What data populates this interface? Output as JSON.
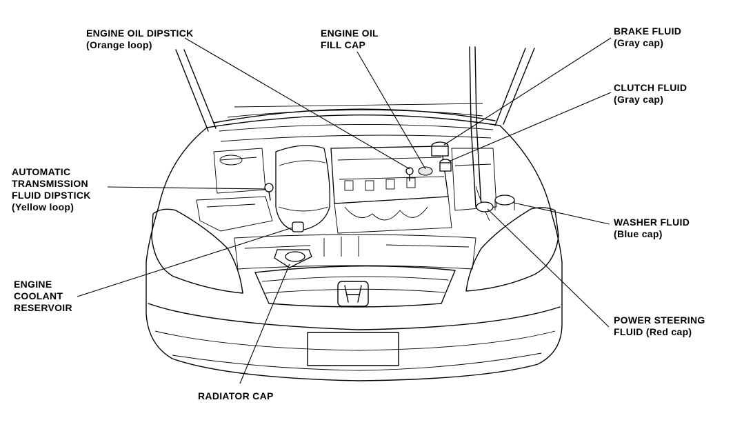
{
  "labels": {
    "engine_oil_dipstick": {
      "line1": "ENGINE OIL DIPSTICK",
      "line2": "(Orange loop)"
    },
    "engine_oil_fill_cap": {
      "line1": "ENGINE OIL",
      "line2": "FILL CAP"
    },
    "brake_fluid": {
      "line1": "BRAKE FLUID",
      "line2": "(Gray cap)"
    },
    "clutch_fluid": {
      "line1": "CLUTCH FLUID",
      "line2": "(Gray cap)"
    },
    "atf_dipstick": {
      "line1": "AUTOMATIC",
      "line2": "TRANSMISSION",
      "line3": "FLUID DIPSTICK",
      "line4": "(Yellow loop)"
    },
    "washer_fluid": {
      "line1": "WASHER FLUID",
      "line2": "(Blue cap)"
    },
    "engine_coolant_reservoir": {
      "line1": "ENGINE",
      "line2": "COOLANT",
      "line3": "RESERVOIR"
    },
    "power_steering_fluid": {
      "line1": "POWER STEERING",
      "line2": "FLUID (Red cap)"
    },
    "radiator_cap": {
      "line1": "RADIATOR CAP"
    }
  },
  "logo": {
    "icon": "honda-h-logo-icon"
  },
  "colors": {
    "ink": "#000000",
    "background": "#ffffff"
  }
}
